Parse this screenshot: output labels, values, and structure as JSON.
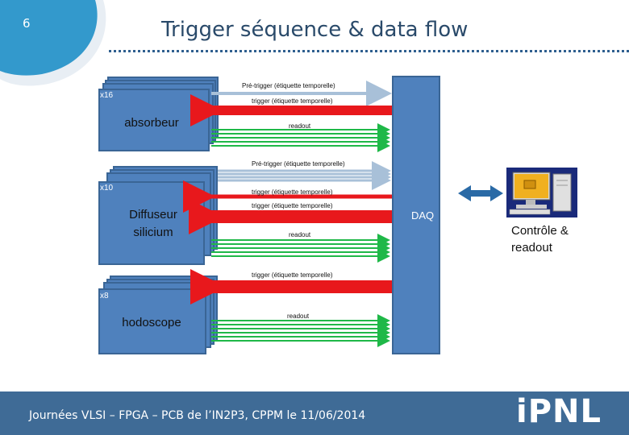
{
  "slide": {
    "page_number": "6",
    "title": "Trigger séquence & data flow",
    "footer": "Journées VLSI – FPGA – PCB de l’IN2P3, CPPM le 11/06/2014",
    "logo_text": "iPNL"
  },
  "absorbeur": {
    "label": "absorbeur",
    "multiplicity": "x16"
  },
  "diffuseur": {
    "label": "Diffuseur silicium",
    "multiplicity": "x10"
  },
  "hodoscope": {
    "label": "hodoscope",
    "multiplicity": "x8"
  },
  "daq": {
    "label": "DAQ"
  },
  "control": {
    "label": "Contrôle & readout"
  },
  "signals": {
    "pre_trigger": "Pré-trigger (étiquette temporelle)",
    "trigger": "trigger (étiquette temporelle)",
    "readout": "readout"
  },
  "colors": {
    "box": "#4f81bd",
    "pre_trigger": "#a8c0d8",
    "trigger": "#e8181c",
    "readout": "#1fb848",
    "footer": "#3f6b96"
  }
}
